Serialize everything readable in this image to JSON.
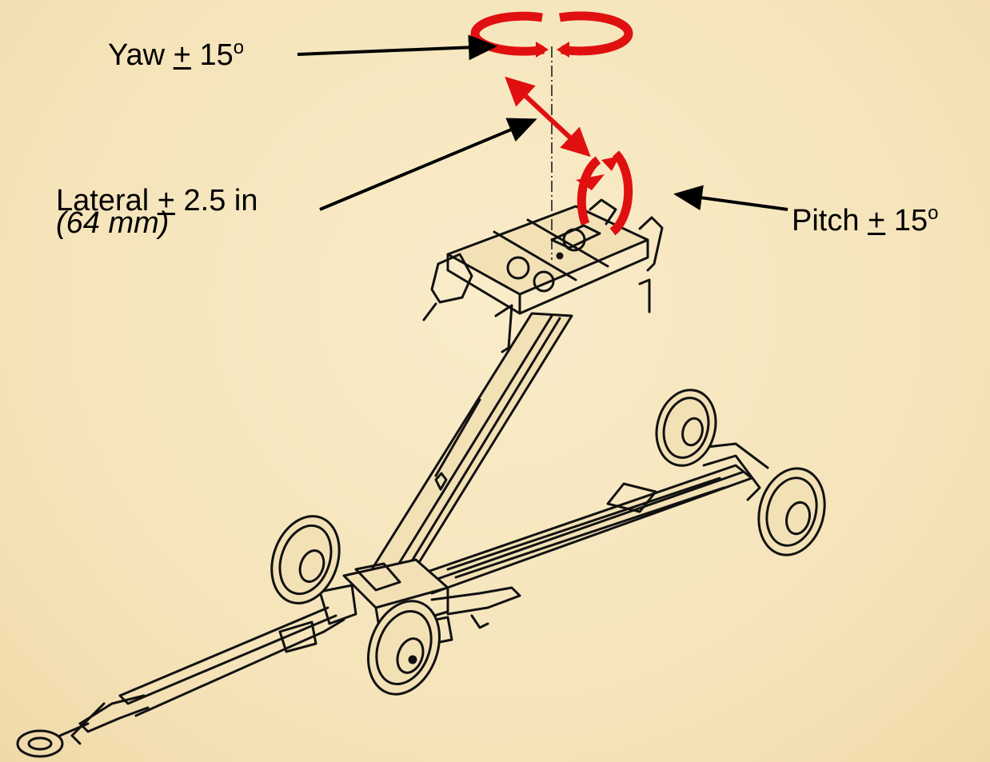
{
  "labels": {
    "yaw": {
      "name": "Yaw",
      "pm": "+",
      "value": "15",
      "unit": "o"
    },
    "lateral": {
      "name": "Lateral",
      "pm": "+",
      "value": "2.5 in",
      "metric": "(64 mm)"
    },
    "pitch": {
      "name": "Pitch",
      "pm": "+",
      "value": "15",
      "unit": "o"
    }
  },
  "colors": {
    "background": "#f5e3b8",
    "rotation_arrows": "#e01010",
    "leader_lines": "#000000",
    "drawing": "#111111"
  }
}
